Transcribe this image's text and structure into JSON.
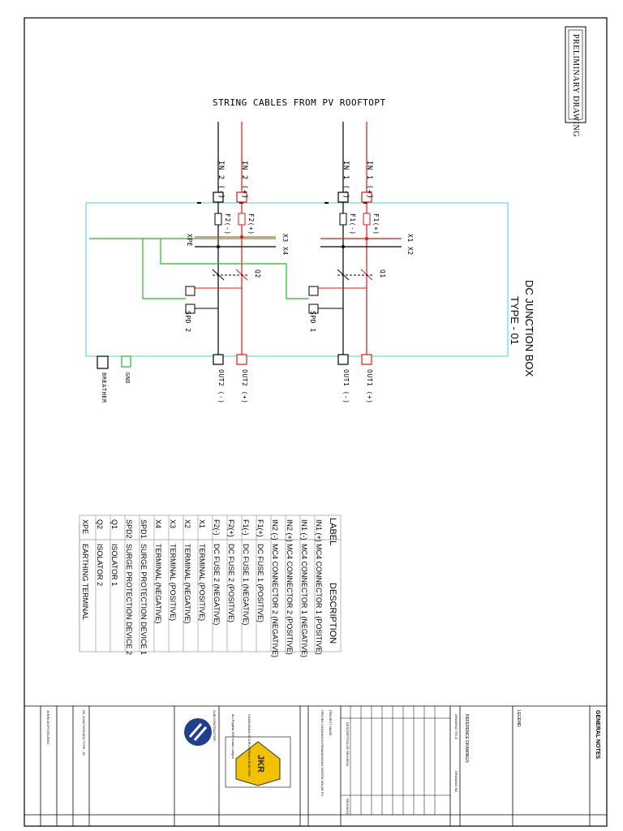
{
  "stamp": "PRELIMINARY DRAWING",
  "main_title": "STRING CABLES FROM PV ROOFTOPT",
  "box_title": "DC JUNCTION BOX",
  "box_type": "TYPE - 01",
  "inputs": {
    "in2_neg": "IN 2 (-)",
    "in2_pos": "IN 2 (+)",
    "in1_neg": "IN 1 (-)",
    "in1_pos": "IN 1 (+)"
  },
  "components": {
    "f2n": "F2(-)",
    "f2p": "F2(+)",
    "f1n": "F1(-)",
    "f1p": "F1(+)",
    "xpe": "XPE",
    "x3x4": "X3 X4",
    "x1x2": "X1 X2",
    "q2": "Q2",
    "q1": "Q1",
    "spd2": "SPD 2",
    "spd1": "SPD 1"
  },
  "outputs": {
    "out2_neg": "OUT2 (-)",
    "out2_pos": "OUT2 (+)",
    "out1_neg": "OUT1 (-)",
    "out1_pos": "OUT1 (+)",
    "gnd": "GND",
    "breather": "BREATHER"
  },
  "legend_table": {
    "headers": [
      "LABEL",
      "DESCRIPTION"
    ],
    "rows": [
      [
        "IN1 (+)",
        "MC4 CONNECTOR 1 (POSITIVE)"
      ],
      [
        "IN1 (-)",
        "MC4 CONNECTOR 1 (NEGATIVE)"
      ],
      [
        "IN2 (+)",
        "MC4 CONNECTOR 2 (POSITIVE)"
      ],
      [
        "IN2 (-)",
        "MC4 CONNECTOR 2 (NEGATIVE)"
      ],
      [
        "F1(+)",
        "DC FUSE 1 (POSITIVE)"
      ],
      [
        "F1(-)",
        "DC FUSE 1 (NEGATIVE)"
      ],
      [
        "F2(+)",
        "DC FUSE 2 (POSITIVE)"
      ],
      [
        "F2(-)",
        "DC FUSE 2 (NEGATIVE)"
      ],
      [
        "X1",
        "TERMINAL (POSITIVE)"
      ],
      [
        "X2",
        "TERMINAL (NEGATIVE)"
      ],
      [
        "X3",
        "TERMINAL (POSITIVE)"
      ],
      [
        "X4",
        "TERMINAL (NEGATIVE)"
      ],
      [
        "SPD1",
        "SURGE PROTECTION DEVICE 1"
      ],
      [
        "SPD2",
        "SURGE PROTECTION DEVICE 2"
      ],
      [
        "Q1",
        "ISOLATOR 1"
      ],
      [
        "Q2",
        "ISOLATOR 2"
      ],
      [
        "XPE",
        "EARTHING TERMINAL"
      ]
    ]
  },
  "title_block": {
    "general_notes": "GENERAL NOTES",
    "legend": "LEGEND",
    "reference_drawings": "REFERENCE DRAWINGS",
    "drawing_title_hdr": "DRAWING TITLE",
    "drawing_no_hdr": "DRAWING NO.",
    "revision_hdr": "REVISION",
    "description_hdr": "DESCRIPTION OF REVISION",
    "jkr_logo_text": "JKR",
    "jkr_cawangan": "CAWANGAN KEJURUTERAAN ELEKTRIK",
    "jkr_address": "Ibu Pejabat JKR Kuala Lumpur",
    "consultant_hdr": "SUB-CONTRACTOR :",
    "project_hdr": "PROJECT NAME :",
    "project_desc": "PROJEK CADANGAN PEMASANGAN SISTEM SOLAR PV",
    "drawing_title": "DC JUNCTION BOX TYPE - 01",
    "drawing_no": "JKR/ELEK/PV/DCJB/01"
  }
}
